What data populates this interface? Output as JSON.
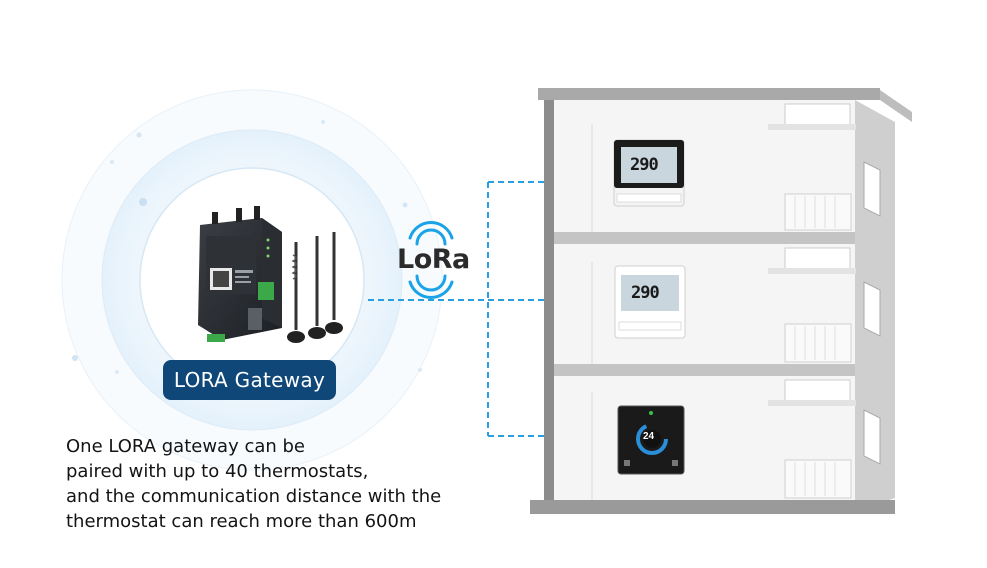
{
  "gateway": {
    "label": "LORA Gateway"
  },
  "lora_logo": {
    "text": "LoRa",
    "wave_color": "#1aa3e6"
  },
  "description": {
    "lines": [
      "One LORA gateway can be",
      "paired with up to 40 thermostats,",
      "and the communication distance with the",
      "thermostat can reach more than 600m"
    ]
  },
  "thermostats": [
    {
      "floor": "top",
      "display": "290",
      "style": "black-frame"
    },
    {
      "floor": "middle",
      "display": "290",
      "style": "white-frame"
    },
    {
      "floor": "bottom",
      "display": "24",
      "style": "black-touch"
    }
  ],
  "colors": {
    "label_bg": "#0f4778",
    "dashed_line": "#2a9fe0",
    "building_wall": "#8c8c8c"
  }
}
